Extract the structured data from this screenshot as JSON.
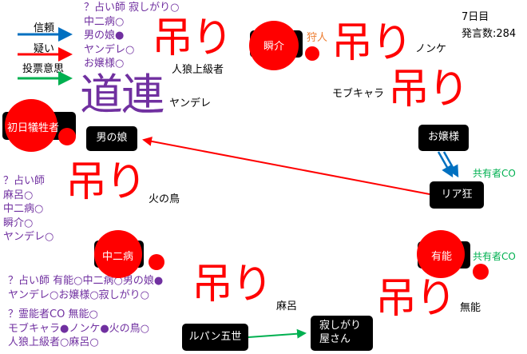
{
  "legend": {
    "trust": "信頼",
    "doubt": "疑い",
    "vote": "投票意思"
  },
  "status": {
    "day": "7日目",
    "posts": "発言数:284"
  },
  "colors": {
    "trust": "#0070c0",
    "doubt": "#ff0000",
    "vote": "#00b050",
    "note": "#7030a0",
    "hang": "#ff0000",
    "hunter": "#ed7d31"
  },
  "notes": {
    "top": [
      "？占い師 寂しがり○",
      "中二病○",
      "男の娘●",
      "ヤンデレ○",
      "お嬢様○"
    ],
    "left": [
      "？占い師",
      "麻呂○",
      "中二病○",
      "瞬介○",
      "ヤンデレ○"
    ],
    "bottom1": [
      "？占い師 有能○中二病○男の娘●",
      "ヤンデレ○お嬢様○寂しがり○"
    ],
    "bottom2": [
      "？霊能者CO 無能○",
      "モブキャラ●ノンケ●火の鳥○",
      "人狼上級者○麻呂○"
    ]
  },
  "players": {
    "first_victim": "初日犠牲者",
    "otoko_no_ko": "男の娘",
    "shunsuke": "瞬介",
    "ojousama": "お嬢様",
    "riakyo": "リア狂",
    "yuunou": "有能",
    "chuunibyou": "中二病",
    "lupin": "ルパン五世",
    "sabishigari": "寂しがり\n屋さん"
  },
  "dead_labels": {
    "jinrou": "人狼上級者",
    "yandere": "ヤンデレ",
    "nonke": "ノンケ",
    "mob": "モブキャラ",
    "hinotori": "火の鳥",
    "maro": "麻呂",
    "munou": "無能"
  },
  "hang_mark": "吊り",
  "michizure": "道連",
  "hunter": "狩人",
  "co": "共有者CO"
}
